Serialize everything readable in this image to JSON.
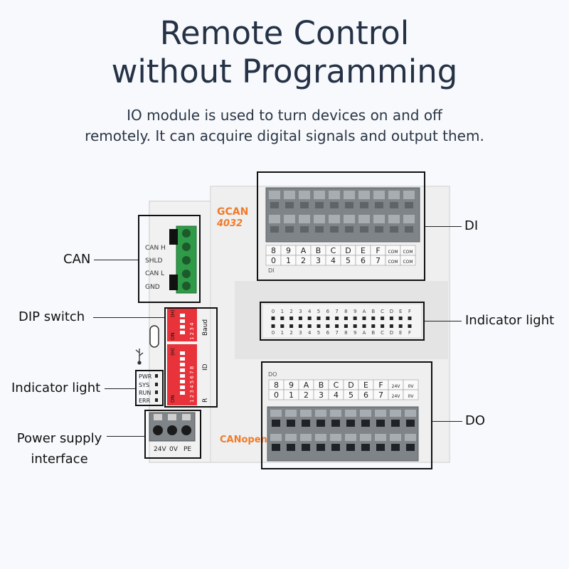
{
  "headline": {
    "line1": "Remote Control",
    "line2": "without Programming"
  },
  "subtitle": {
    "line1": "IO module is used to turn devices on and off",
    "line2": "remotely. It can acquire digital signals and output them."
  },
  "callouts": {
    "can": "CAN",
    "dip_switch": "DIP switch",
    "indicator_left": "Indicator light",
    "power_line1": "Power supply",
    "power_line2": "interface",
    "di": "DI",
    "indicator_right": "Indicator light",
    "do": "DO"
  },
  "device": {
    "brand": "GCAN",
    "model": "4032",
    "protocol": "CANopen",
    "usb_icon": "usb-icon",
    "can_pins": [
      "CAN H",
      "SHLD",
      "CAN L",
      "GND"
    ],
    "dip_baud_nums": "1 2 3 4",
    "dip_baud_on": "ON",
    "dip_baud_tag": "(H)",
    "dip_id_nums": "1 2 3 4 5 6 7 8",
    "dip_id_on": "ON",
    "dip_id_tag": "(H)",
    "dip_side_baud": "Baud",
    "dip_side_id": "ID",
    "dip_side_r": "R",
    "status_leds": [
      "PWR",
      "SYS",
      "RUN",
      "ERR"
    ],
    "power_pins": [
      "24V",
      "0V",
      "PE"
    ],
    "di_row_top": [
      "8",
      "9",
      "A",
      "B",
      "C",
      "D",
      "E",
      "F",
      "COM",
      "COM"
    ],
    "di_row_bottom": [
      "0",
      "1",
      "2",
      "3",
      "4",
      "5",
      "6",
      "7",
      "COM",
      "COM"
    ],
    "di_label": "DI",
    "led_labels": [
      "0",
      "1",
      "2",
      "3",
      "4",
      "5",
      "6",
      "7",
      "8",
      "9",
      "A",
      "B",
      "C",
      "D",
      "E",
      "F"
    ],
    "do_label": "DO",
    "do_row_top": [
      "8",
      "9",
      "A",
      "B",
      "C",
      "D",
      "E",
      "F",
      "24V",
      "0V"
    ],
    "do_row_bottom": [
      "0",
      "1",
      "2",
      "3",
      "4",
      "5",
      "6",
      "7",
      "24V",
      "0V"
    ]
  },
  "colors": {
    "headline": "#253246",
    "accent": "#f07a2a",
    "dip_red": "#e8333a",
    "terminal_green": "#2f9a48",
    "terminal_gray": "#7f8489",
    "led_green": "#2b9a4a"
  }
}
